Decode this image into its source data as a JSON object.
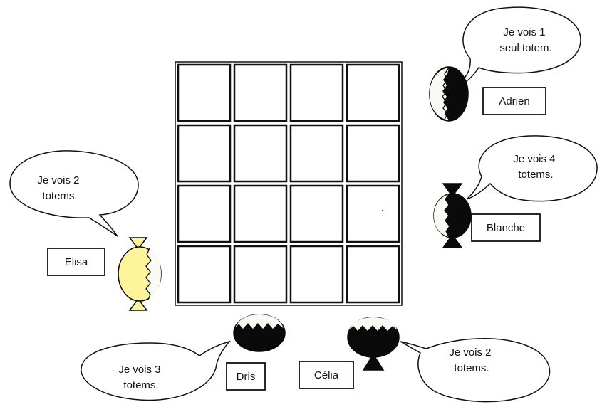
{
  "board": {
    "rows": 4,
    "cols": 4
  },
  "players": [
    {
      "id": "adrien",
      "name": "Adrien",
      "speech": [
        "Je vois 1",
        "seul totem."
      ],
      "totem": "round-black-left",
      "color": "#0a0a0a"
    },
    {
      "id": "blanche",
      "name": "Blanche",
      "speech": [
        "Je vois 4",
        "totems."
      ],
      "totem": "candy-black-left",
      "color": "#0a0a0a"
    },
    {
      "id": "elisa",
      "name": "Elisa",
      "speech": [
        "Je vois 2",
        "totems."
      ],
      "totem": "candy-yellow",
      "color": "#fdf39a"
    },
    {
      "id": "dris",
      "name": "Dris",
      "speech": [
        "Je vois 3",
        "totems."
      ],
      "totem": "round-black-top",
      "color": "#0a0a0a"
    },
    {
      "id": "celia",
      "name": "Célia",
      "speech": [
        "Je vois 2",
        "totems."
      ],
      "totem": "cup-black-top",
      "color": "#0a0a0a"
    }
  ]
}
